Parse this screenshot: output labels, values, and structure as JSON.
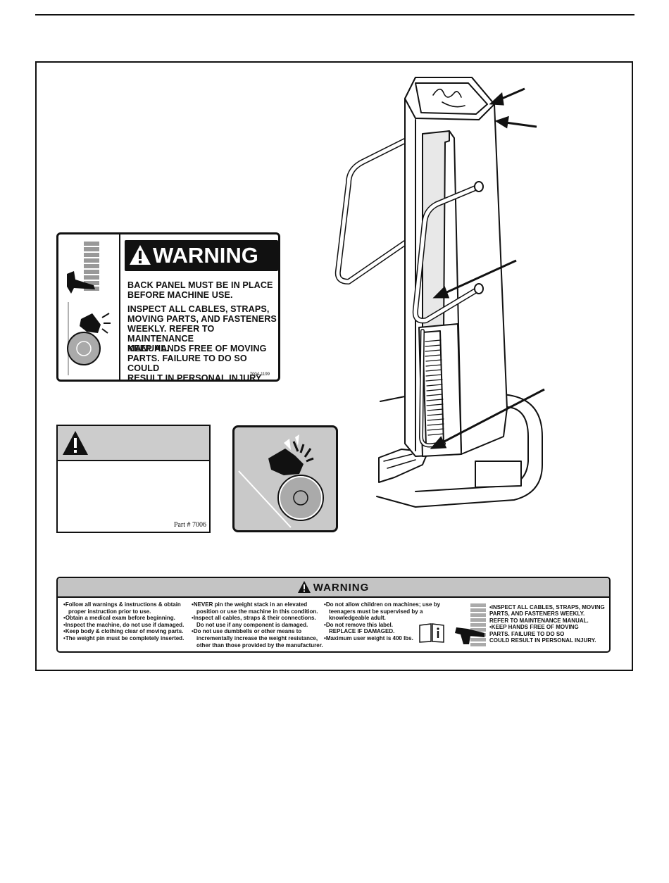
{
  "label_back_panel": {
    "heading": "WARNING",
    "paragraphs": [
      "BACK PANEL MUST BE IN PLACE\nBEFORE MACHINE USE.",
      "INSPECT ALL CABLES, STRAPS,\nMOVING PARTS, AND FASTENERS\nWEEKLY. REFER TO MAINTENANCE\nMANUAL.",
      "KEEP HANDS FREE OF MOVING\nPARTS. FAILURE TO DO SO COULD\nRESULT IN PERSONAL INJURY."
    ],
    "part_number": "7004-1199"
  },
  "label_caution": {
    "part_number": "Part # 7006"
  },
  "decal": {
    "heading": "WARNING",
    "col1": [
      "Follow all warnings & instructions & obtain\nproper instruction prior to use.",
      "Obtain a medical exam before beginning.",
      "Inspect the machine, do not use if damaged.",
      "Keep body &  clothing clear of moving parts.",
      "The weight pin must be completely inserted."
    ],
    "col2": [
      "NEVER pin the weight stack in an elevated\nposition or use the machine in this condition.",
      "Inspect all cables, straps & their connections.\nDo not use if any component is damaged.",
      "Do not use dumbbells or other means to\nincrementally increase the weight resistance,\nother than those provided by the manufacturer."
    ],
    "col3": [
      "Do not allow children on machines; use by\nteenagers must be supervised by a\nknowledgeable adult.",
      "Do not remove this label.\nREPLACE IF DAMAGED.",
      "Maximum user weight is 400 lbs."
    ],
    "col4": "•INSPECT ALL CABLES, STRAPS, MOVING\n   PARTS, AND FASTENERS WEEKLY.\n   REFER TO MAINTENANCE MANUAL.\n•KEEP HANDS FREE OF MOVING\n   PARTS. FAILURE TO DO SO\n   COULD RESULT IN PERSONAL INJURY."
  }
}
